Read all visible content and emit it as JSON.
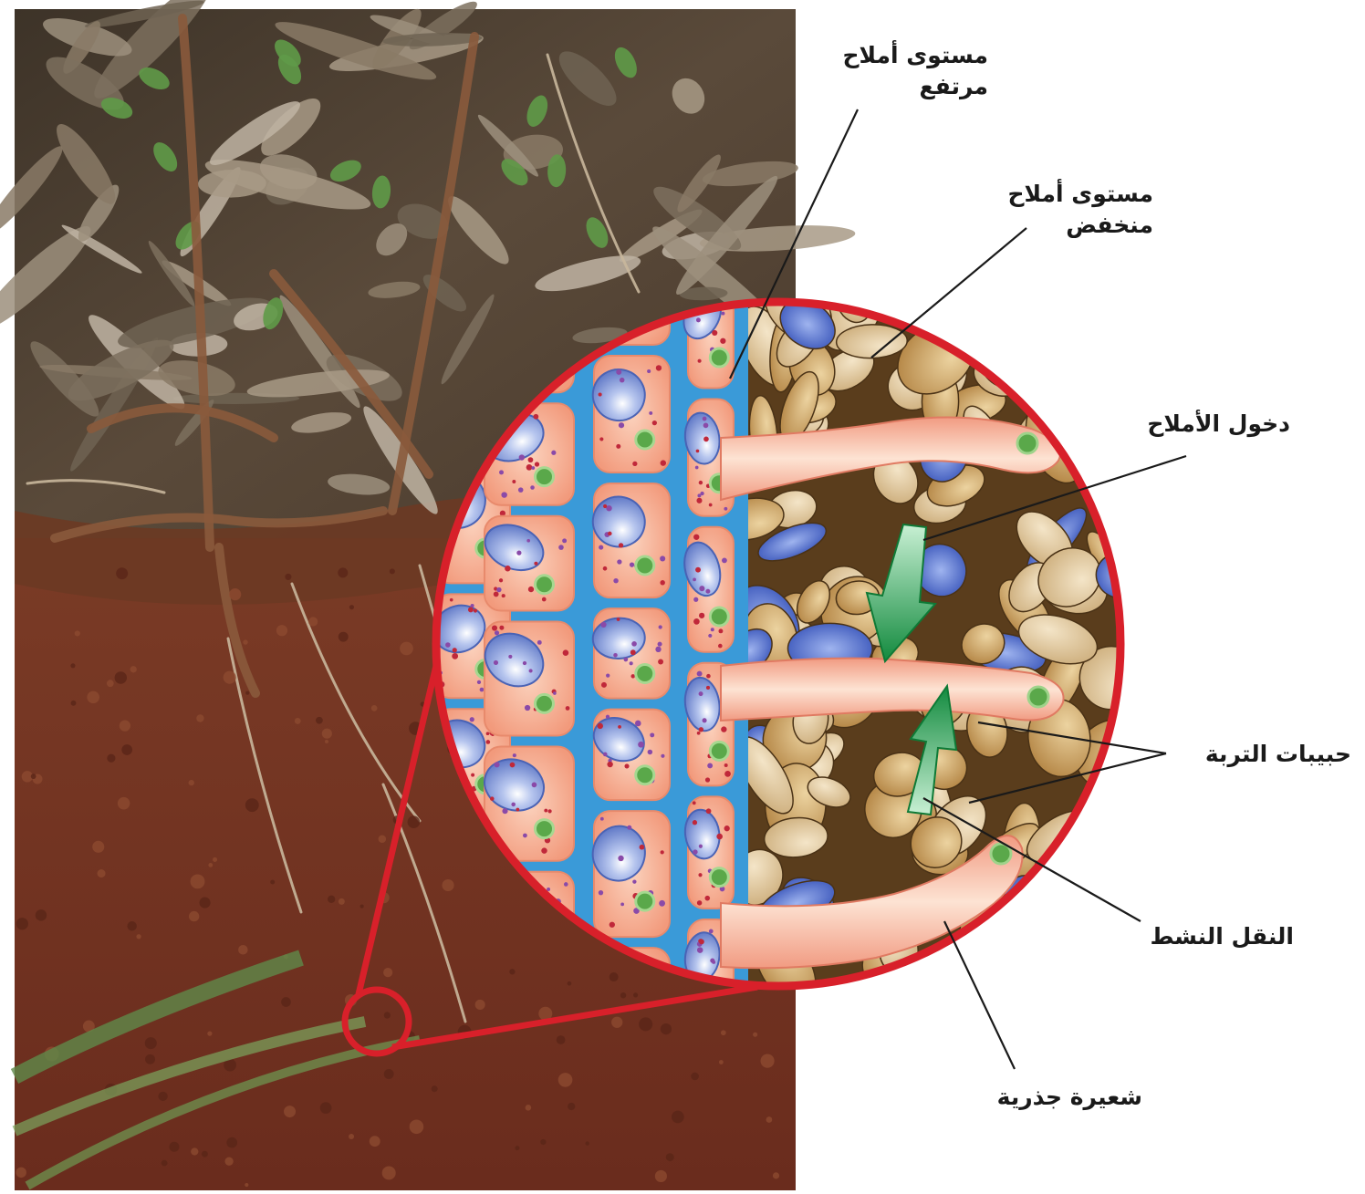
{
  "labels": {
    "high_salt": {
      "line1": "مستوى  أملاح",
      "line2": "مرتفع"
    },
    "low_salt": {
      "line1": "مستوى  أملاح",
      "line2": "منخفض"
    },
    "salt_entry": "دخول الأملاح",
    "soil_particles": "حبيبات التربة",
    "active_transport": "النقل النشط",
    "root_hair": "شعيرة جذرية"
  },
  "colors": {
    "magnifier_ring": "#d8202a",
    "cell_wall_fluid": "#3a9ad8",
    "cell_cytoplasm": "#f6b89a",
    "vacuole": "#6d88d0",
    "nucleus": "#5aa84a",
    "root_hair": "#f7b49a",
    "soil_grain": "#c49a55",
    "soil_dark": "#5a3d1c",
    "arrow": "#2aa65a"
  }
}
